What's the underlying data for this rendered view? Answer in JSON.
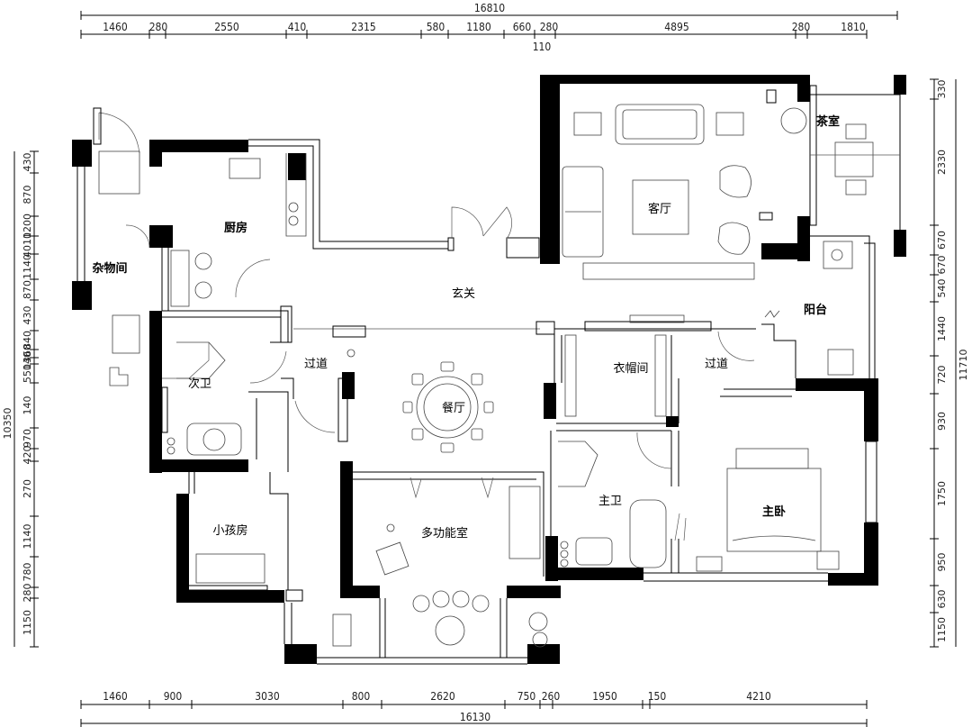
{
  "dimensions": {
    "top_total": "16810",
    "top_segments": [
      "1460",
      "280",
      "2550",
      "410",
      "2315",
      "580",
      "1180",
      "660",
      "280",
      "110",
      "4895",
      "280",
      "1810"
    ],
    "bottom_total": "16130",
    "bottom_segments": [
      "1460",
      "900",
      "3030",
      "800",
      "2620",
      "750",
      "260",
      "1950",
      "150",
      "4210"
    ],
    "left_total": "10350",
    "left_segments": [
      "430",
      "870",
      "1200",
      "4010",
      "1140",
      "870",
      "430",
      "840",
      "360",
      "140",
      "550",
      "140",
      "970",
      "420",
      "270",
      "1140",
      "780",
      "280",
      "1150"
    ],
    "right_total": "11710",
    "right_segments": [
      "330",
      "2330",
      "670",
      "670",
      "540",
      "1440",
      "720",
      "930",
      "1750",
      "950",
      "630",
      "1150"
    ]
  },
  "rooms": {
    "living": "客厅",
    "tea": "茶室",
    "kitchen": "厨房",
    "storage": "杂物间",
    "foyer": "玄关",
    "balcony": "阳台",
    "corridor_left": "过道",
    "corridor_right": "过道",
    "dining": "餐厅",
    "cloakroom": "衣帽间",
    "second_bath": "次卫",
    "kids_room": "小孩房",
    "multi_room": "多功能室",
    "master_bath": "主卫",
    "master_bed": "主卧"
  }
}
